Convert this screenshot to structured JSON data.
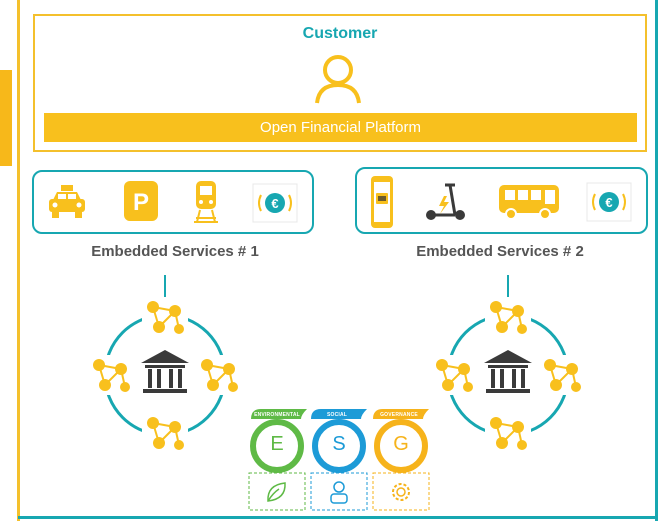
{
  "customer": {
    "label": "Customer",
    "icon": "person-outline-icon"
  },
  "platform": {
    "label": "Open Financial Platform"
  },
  "services": [
    {
      "title": "Embedded Services # 1",
      "icons": [
        "taxi-icon",
        "parking-icon",
        "train-icon",
        "euro-coin-icon"
      ]
    },
    {
      "title": "Embedded Services # 2",
      "icons": [
        "mobile-ticket-icon",
        "e-scooter-icon",
        "bus-icon",
        "euro-coin-icon"
      ]
    }
  ],
  "hub": {
    "center_icon": "bank-icon",
    "node_icon": "network-people-icon"
  },
  "esg": [
    {
      "letter": "E",
      "tab": "ENVIRONMENTAL",
      "icon": "leaf-icon",
      "color": "#5fba46"
    },
    {
      "letter": "S",
      "tab": "SOCIAL",
      "icon": "person-icon",
      "color": "#1d9bd7"
    },
    {
      "letter": "G",
      "tab": "GOVERNANCE",
      "icon": "gear-icon",
      "color": "#f6b31b"
    }
  ],
  "colors": {
    "teal": "#17a7b1",
    "yellow": "#f8c01d",
    "gray": "#555555"
  }
}
